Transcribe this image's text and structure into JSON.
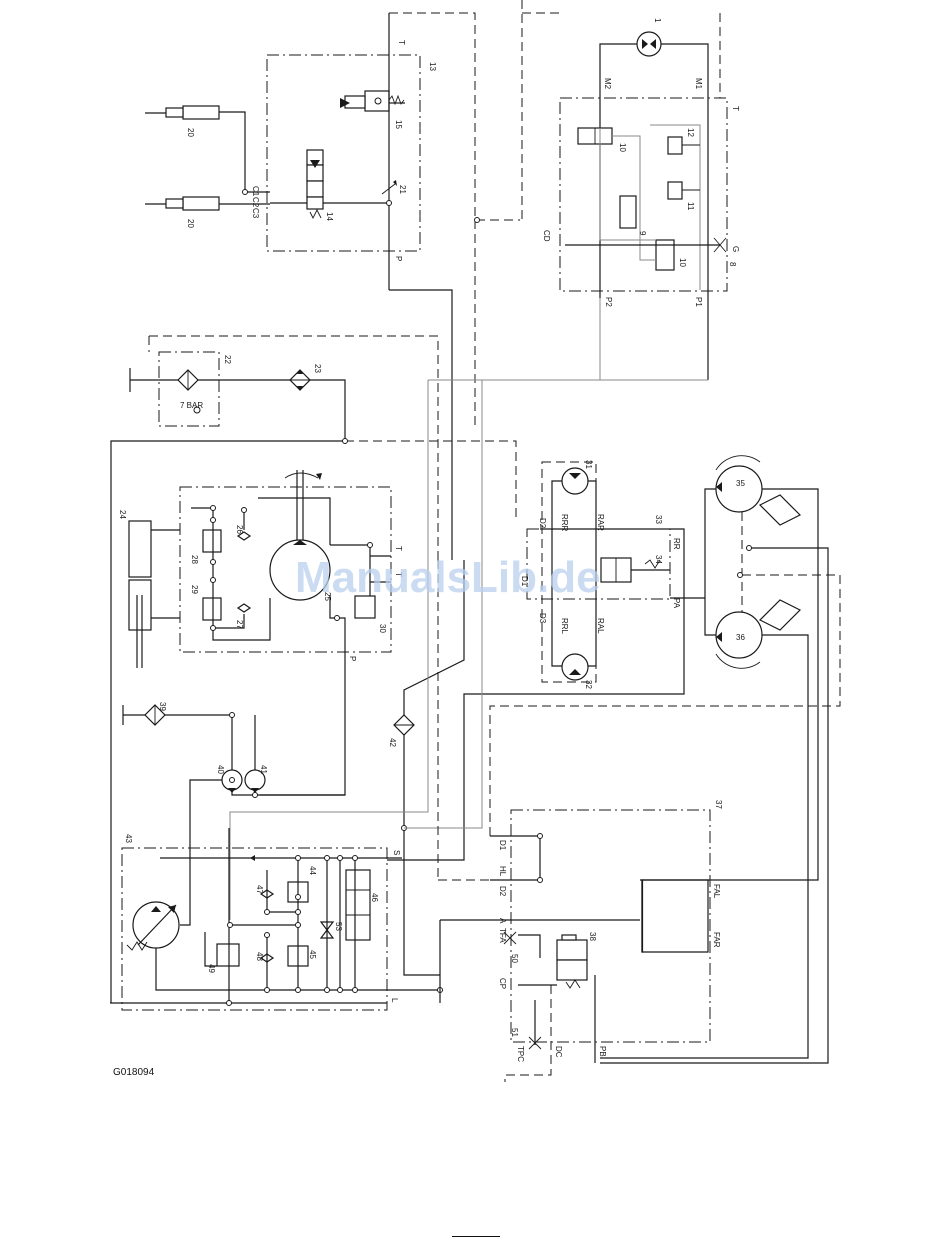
{
  "figure_code": "G018094",
  "watermark_text": "ManualsLib.de",
  "component_numbers": {
    "c1": "1",
    "c4": "4",
    "c8": "8",
    "c9": "9",
    "c10a": "10",
    "c10b": "10",
    "c11": "11",
    "c12": "12",
    "c13": "13",
    "c14": "14",
    "c15": "15",
    "c20a": "20",
    "c20b": "20",
    "c21": "21",
    "c22": "22",
    "c23": "23",
    "c24": "24",
    "c25": "25",
    "c26": "26",
    "c27": "27",
    "c28": "28",
    "c29": "29",
    "c30": "30",
    "c31": "31",
    "c32": "32",
    "c33": "33",
    "c34": "34",
    "c35": "35",
    "c36": "36",
    "c37": "37",
    "c38": "38",
    "c39": "39",
    "c40": "40",
    "c41": "41",
    "c42": "42",
    "c43": "43",
    "c44": "44",
    "c45": "45",
    "c46": "46",
    "c47": "47",
    "c48": "48",
    "c49": "49",
    "c50": "50",
    "c51": "51",
    "c53": "53"
  },
  "port_labels": {
    "T_top": "T",
    "P_valve": "P",
    "C3": "C3",
    "C1": "C1",
    "C2": "C2",
    "M1": "M1",
    "M2": "M2",
    "T_right": "T",
    "CD": "CD",
    "G": "G",
    "P1": "P1",
    "P2": "P2",
    "T_pump1": "T",
    "T_pump2": "T",
    "P_pump": "P",
    "D1": "D1",
    "D2": "D2",
    "D3": "D3",
    "RRL": "RRL",
    "RRR": "RRR",
    "RAL": "RAL",
    "RAR": "RAR",
    "RR": "RR",
    "PA": "PA",
    "T_pump3": "T",
    "HLD1": "D1",
    "HL": "HL",
    "HLD2": "D2",
    "FAL": "FAL",
    "FAR": "FAR",
    "A": "A",
    "TFA": "TFA",
    "CP": "CP",
    "TPC": "TPC",
    "DC": "DC",
    "PB": "PB",
    "S": "S",
    "L": "L",
    "pressure_note": "7 BAR"
  }
}
